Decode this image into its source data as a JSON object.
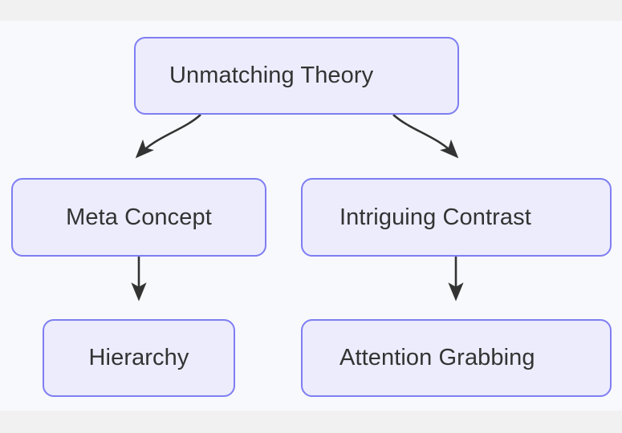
{
  "canvas": {
    "background_color": "#f8f9fc",
    "frame_color": "#f1f1f2"
  },
  "theme": {
    "node_fill": "#ececfd",
    "node_border": "#7e7ef2",
    "node_text_color": "#333333",
    "edge_color": "#333333"
  },
  "diagram": {
    "type": "flowchart",
    "direction": "top-down",
    "nodes": [
      {
        "id": "root",
        "label": "Unmatching Theory",
        "level": 1
      },
      {
        "id": "meta-concept",
        "label": "Meta Concept",
        "level": 2
      },
      {
        "id": "intriguing-contrast",
        "label": "Intriguing Contrast",
        "level": 2
      },
      {
        "id": "hierarchy",
        "label": "Hierarchy",
        "level": 3
      },
      {
        "id": "attention-grabbing",
        "label": "Attention Grabbing",
        "level": 3
      }
    ],
    "edges": [
      {
        "from": "root",
        "to": "meta-concept",
        "style": "curved",
        "arrow": "triangle"
      },
      {
        "from": "root",
        "to": "intriguing-contrast",
        "style": "curved",
        "arrow": "triangle"
      },
      {
        "from": "meta-concept",
        "to": "hierarchy",
        "style": "straight",
        "arrow": "triangle"
      },
      {
        "from": "intriguing-contrast",
        "to": "attention-grabbing",
        "style": "straight",
        "arrow": "triangle"
      }
    ]
  }
}
